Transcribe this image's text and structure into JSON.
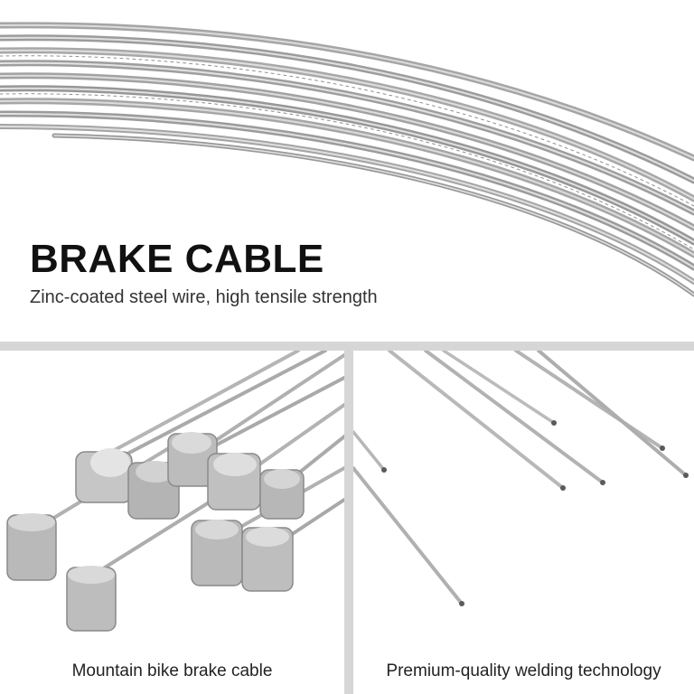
{
  "hero": {
    "title": "BRAKE CABLE",
    "subtitle": "Zinc-coated steel wire, high tensile strength"
  },
  "panels": {
    "left_caption": "Mountain bike brake cable",
    "right_caption": "Premium-quality welding technology"
  },
  "colors": {
    "steel_light": "#d9d9d9",
    "steel_mid": "#a8a8a8",
    "steel_dark": "#6e6e6e",
    "divider": "#d6d6d6",
    "text": "#111111"
  }
}
